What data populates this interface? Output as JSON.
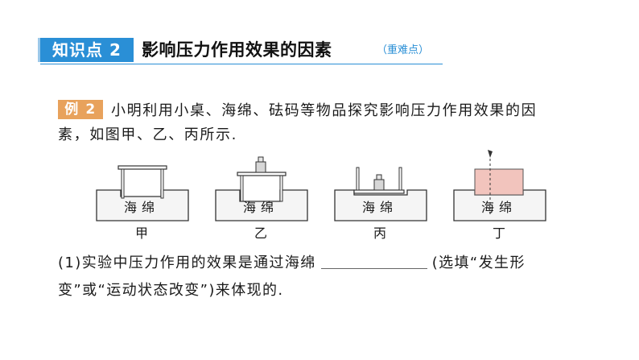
{
  "header": {
    "badge": "知识点 2",
    "title": "影响压力作用效果的因素",
    "tag": "（重难点）"
  },
  "example": {
    "badge": "例 2",
    "line1": "小明利用小桌、海绵、砝码等物品探究影响压力作用效果的因",
    "line2": "素，如图甲、乙、丙所示."
  },
  "figures": [
    {
      "label": "海绵",
      "caption": "甲"
    },
    {
      "label": "海绵",
      "caption": "乙"
    },
    {
      "label": "海绵",
      "caption": "丙"
    },
    {
      "label": "海绵",
      "caption": "丁"
    }
  ],
  "question1": {
    "part1": "(1)实验中压力作用的效果是通过海绵",
    "part2": "(选填“发生形",
    "part3": "变”或“运动状态改变”)来体现的."
  },
  "colors": {
    "accent_blue": "#2a8fd6",
    "badge_orange": "#e8a25c",
    "sponge_fill": "#f5f5f5",
    "block_pink": "#f2c4bd"
  }
}
